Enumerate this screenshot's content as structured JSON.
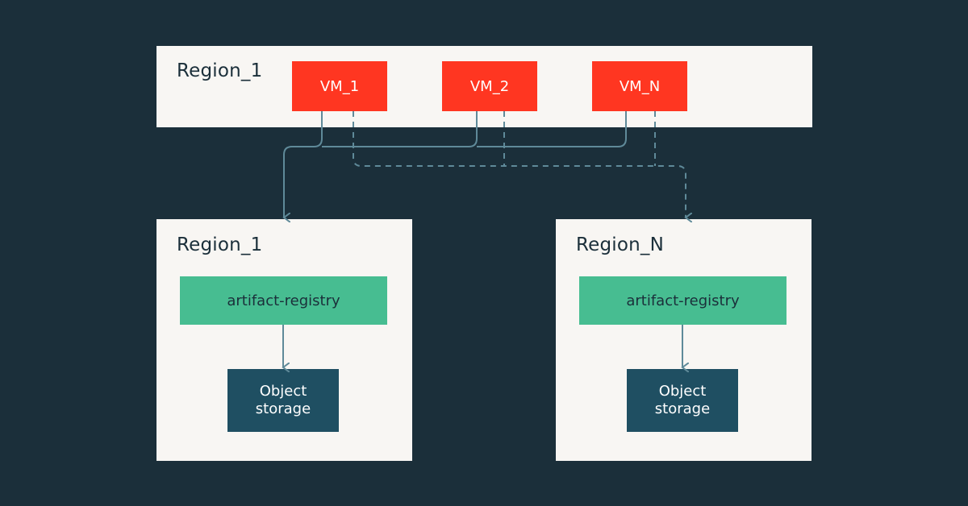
{
  "top_region": {
    "title": "Region_1",
    "vms": [
      "VM_1",
      "VM_2",
      "VM_N"
    ]
  },
  "left_region": {
    "title": "Region_1",
    "registry": "artifact-registry",
    "storage_line1": "Object",
    "storage_line2": "storage"
  },
  "right_region": {
    "title": "Region_N",
    "registry": "artifact-registry",
    "storage_line1": "Object",
    "storage_line2": "storage"
  },
  "colors": {
    "background": "#1b2f3a",
    "region_fill": "#f8f6f3",
    "vm": "#ff3621",
    "registry": "#47bd91",
    "storage": "#1f4f62",
    "connector": "#5f8a99"
  }
}
